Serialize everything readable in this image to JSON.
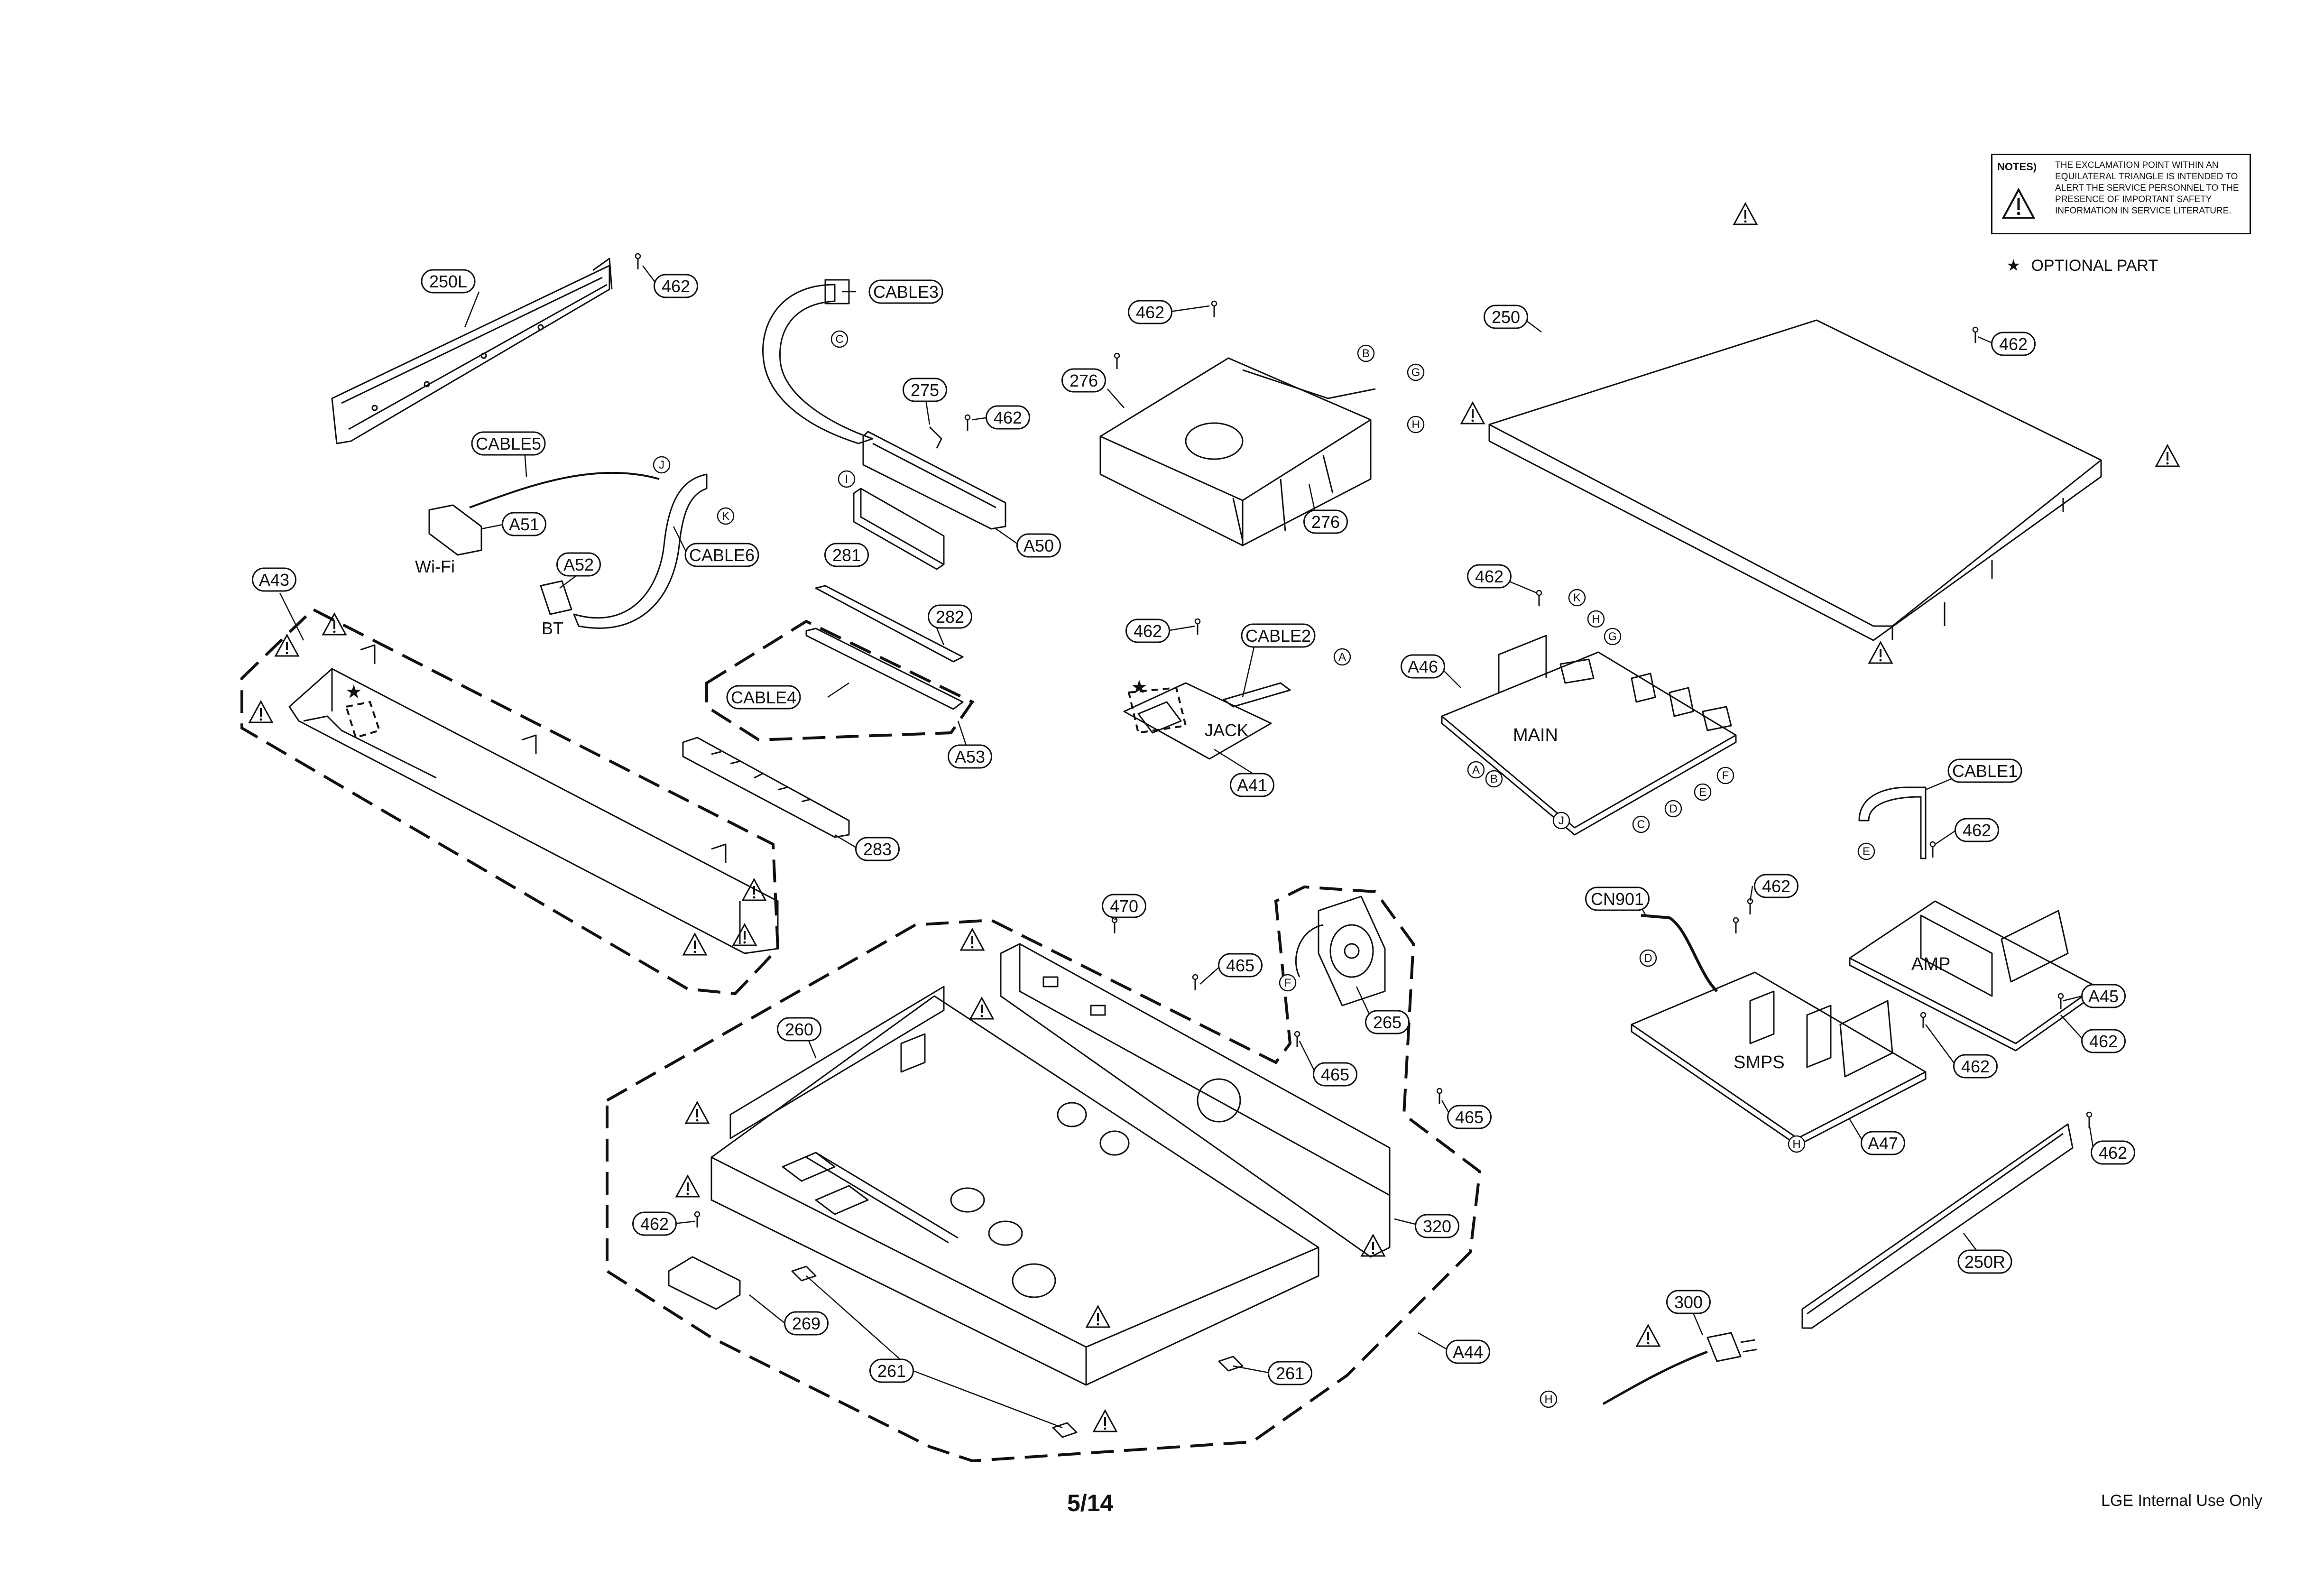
{
  "notes": {
    "heading": "NOTES)",
    "text": "THE EXCLAMATION POINT WITHIN AN EQUILATERAL TRIANGLE IS INTENDED TO ALERT THE SERVICE PERSONNEL TO THE PRESENCE OF IMPORTANT SAFETY INFORMATION IN SERVICE LITERATURE."
  },
  "legend": {
    "symbol": "★",
    "text": "OPTIONAL PART"
  },
  "page_number": "5/14",
  "footer": "LGE Internal Use Only",
  "part_labels": [
    "250L",
    "462",
    "CABLE3",
    "275",
    "462",
    "CABLE5",
    "A51",
    "A52",
    "CABLE6",
    "281",
    "A50",
    "A43",
    "282",
    "CABLE4",
    "A53",
    "283",
    "462",
    "276",
    "276",
    "250",
    "462",
    "462",
    "A46",
    "462",
    "CABLE2",
    "A41",
    "CABLE1",
    "462",
    "CN901",
    "462",
    "A45",
    "462",
    "462",
    "A47",
    "462",
    "250R",
    "470",
    "465",
    "265",
    "465",
    "465",
    "320",
    "260",
    "462",
    "269",
    "261",
    "261",
    "A44",
    "300"
  ],
  "connector_labels": [
    "C",
    "J",
    "K",
    "I",
    "B",
    "G",
    "H",
    "A",
    "K",
    "H",
    "G",
    "A",
    "B",
    "C",
    "D",
    "E",
    "F",
    "J",
    "E",
    "D",
    "H",
    "F",
    "H"
  ],
  "board_labels": {
    "wifi": "Wi-Fi",
    "bt": "BT",
    "jack": "JACK",
    "main": "MAIN",
    "amp": "AMP",
    "smps": "SMPS"
  },
  "optional_mark": "★"
}
